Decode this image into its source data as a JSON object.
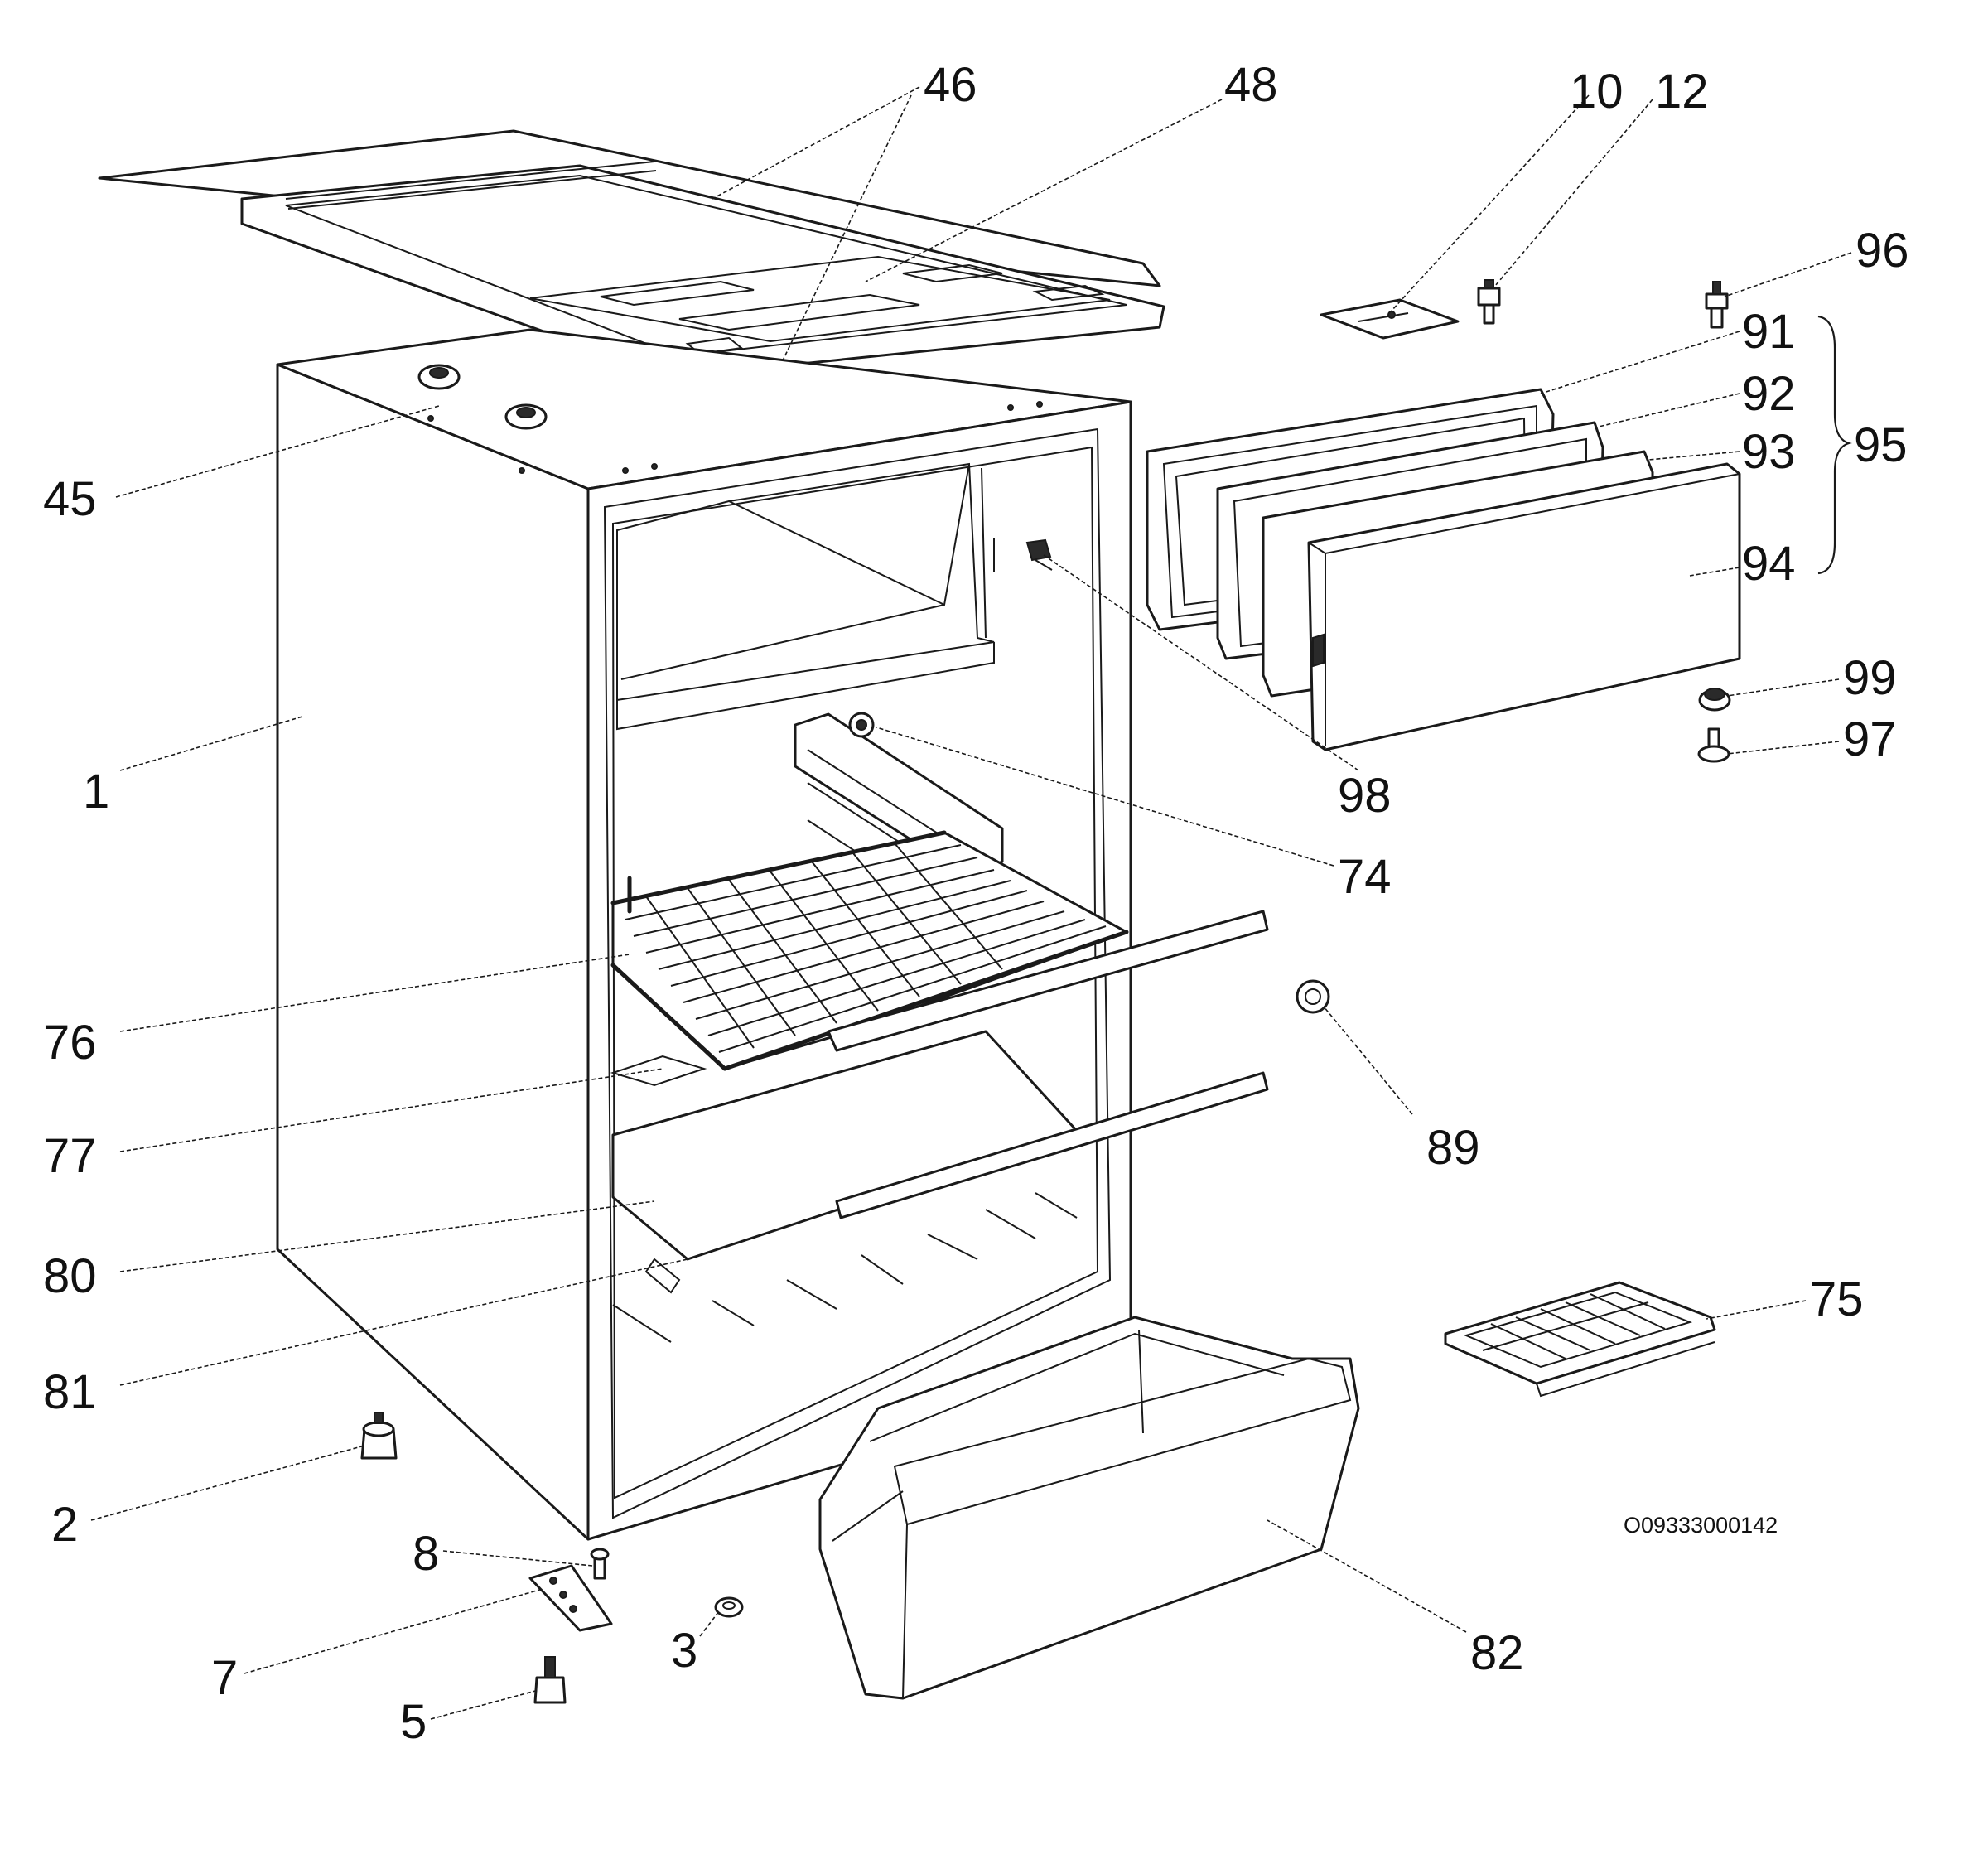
{
  "callouts": [
    {
      "id": "1",
      "text": "1"
    },
    {
      "id": "2",
      "text": "2"
    },
    {
      "id": "3",
      "text": "3"
    },
    {
      "id": "5",
      "text": "5"
    },
    {
      "id": "7",
      "text": "7"
    },
    {
      "id": "8",
      "text": "8"
    },
    {
      "id": "10",
      "text": "10"
    },
    {
      "id": "12",
      "text": "12"
    },
    {
      "id": "45",
      "text": "45"
    },
    {
      "id": "46",
      "text": "46"
    },
    {
      "id": "48",
      "text": "48"
    },
    {
      "id": "74",
      "text": "74"
    },
    {
      "id": "75",
      "text": "75"
    },
    {
      "id": "76",
      "text": "76"
    },
    {
      "id": "77",
      "text": "77"
    },
    {
      "id": "80",
      "text": "80"
    },
    {
      "id": "81",
      "text": "81"
    },
    {
      "id": "82",
      "text": "82"
    },
    {
      "id": "89",
      "text": "89"
    },
    {
      "id": "91",
      "text": "91"
    },
    {
      "id": "92",
      "text": "92"
    },
    {
      "id": "93",
      "text": "93"
    },
    {
      "id": "94",
      "text": "94"
    },
    {
      "id": "95",
      "text": "95"
    },
    {
      "id": "96",
      "text": "96"
    },
    {
      "id": "97",
      "text": "97"
    },
    {
      "id": "98",
      "text": "98"
    },
    {
      "id": "99",
      "text": "99"
    }
  ],
  "drawing_code": "O09333000142",
  "colors": {
    "ink": "#1a1a1a",
    "paper": "#ffffff"
  }
}
